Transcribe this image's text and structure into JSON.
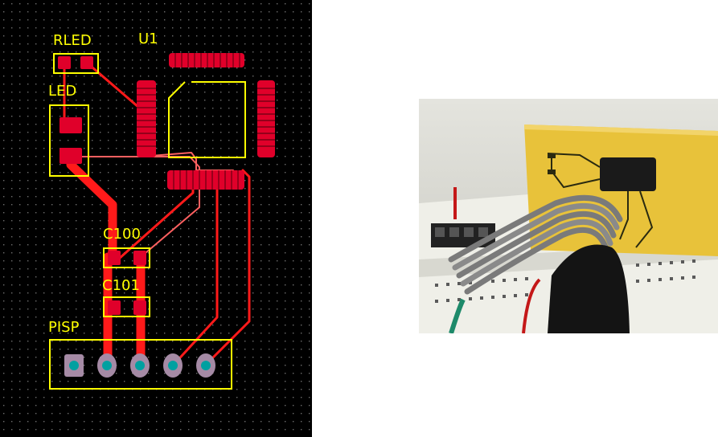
{
  "pcb": {
    "labels": {
      "rled": "RLED",
      "u1": "U1",
      "led": "LED",
      "c100": "C100",
      "c101": "C101",
      "pisp": "PISP"
    },
    "colors": {
      "background": "#000000",
      "grid": "#6e6e6e",
      "trace": "#ff0000",
      "pad": "#e0002a",
      "silkscreen": "#ffff00",
      "via_ring": "#a58aa5",
      "via_hole": "#00a0a0"
    }
  },
  "photo": {
    "colors": {
      "board": "#e8c23a",
      "chip": "#1a1a1a",
      "breadboard": "#efefe8",
      "ribbon": "#7a7a7a",
      "background": "#dcdcd6"
    }
  }
}
